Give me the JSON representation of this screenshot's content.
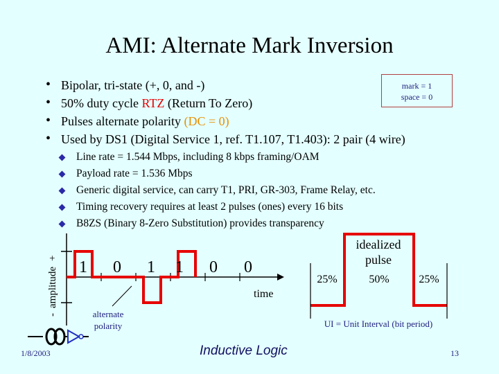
{
  "slide": {
    "title": "AMI: Alternate Mark Inversion",
    "bullets": [
      {
        "parts": [
          {
            "text": "Bipolar, tri-state (+, 0,  and -)",
            "color": "#000000"
          }
        ]
      },
      {
        "parts": [
          {
            "text": "50% duty cycle ",
            "color": "#000000"
          },
          {
            "text": "RTZ",
            "color": "#e60000"
          },
          {
            "text": " (Return To Zero)",
            "color": "#000000"
          }
        ]
      },
      {
        "parts": [
          {
            "text": "Pulses alternate polarity ",
            "color": "#000000"
          },
          {
            "text": "(DC = 0)",
            "color": "#e69000"
          }
        ]
      },
      {
        "parts": [
          {
            "text": "Used by DS1 (Digital Service 1, ref. T1.107, T1.403): 2 pair (4 wire)",
            "color": "#000000"
          }
        ]
      }
    ],
    "sub_bullets": [
      "Line rate = 1.544 Mbps, including 8 kbps framing/OAM",
      "Payload rate = 1.536 Mbps",
      "Generic digital service, can carry T1, PRI, GR-303, Frame Relay, etc.",
      "Timing recovery requires at least 2 pulses (ones) every 16 bits",
      "B8ZS (Binary 8-Zero Substitution) provides transparency"
    ],
    "legend_box": {
      "line1": "mark = 1",
      "line2": "space = 0"
    }
  },
  "waveform": {
    "axis_label_minus": "-",
    "axis_label": "amplitude",
    "axis_label_plus": "+",
    "bits": [
      "1",
      "0",
      "1",
      "1",
      "0",
      "0"
    ],
    "time_label": "time",
    "alternate_label_line1": "alternate",
    "alternate_label_line2": "polarity"
  },
  "pulse_detail": {
    "title_line1": "idealized",
    "title_line2": "pulse",
    "left_pct": "25%",
    "mid_pct": "50%",
    "right_pct": "25%",
    "ui_label": "UI = Unit Interval (bit period)"
  },
  "footer": {
    "date": "1/8/2003",
    "brand": "Inductive Logic",
    "page": "13"
  },
  "colors": {
    "background": "#e4ffff",
    "signal": "#e60000",
    "bullet": "#2a2aa8",
    "footer_text": "#202080"
  },
  "icons": {
    "logo": "inductive-logic-coil-logo"
  }
}
